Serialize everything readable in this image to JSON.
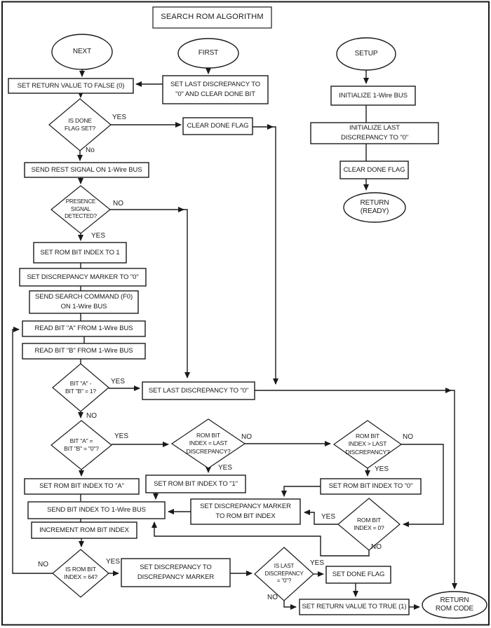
{
  "title": "SEARCH ROM ALGORITHM",
  "colors": {
    "line": "#1a1a1a",
    "background": "#ffffff",
    "text": "#1a1a1a"
  },
  "nodes": {
    "next": {
      "type": "terminal",
      "text": "NEXT"
    },
    "first": {
      "type": "terminal",
      "text": "FIRST"
    },
    "setup": {
      "type": "terminal",
      "text": "SETUP"
    },
    "return_ready": {
      "type": "terminal",
      "text": "RETURN\n(READY)"
    },
    "return_rom_code": {
      "type": "terminal",
      "text": "RETURN\nROM CODE"
    },
    "set_return_false": {
      "type": "process",
      "text": "SET RETURN VALUE TO FALSE (0)"
    },
    "set_last_disc_clear_done": {
      "type": "process",
      "text": "SET LAST DISCREPANCY TO\n\"0\" AND CLEAR DONE BIT"
    },
    "clear_done_flag_left": {
      "type": "process",
      "text": "CLEAR DONE FLAG"
    },
    "send_rest_signal": {
      "type": "process",
      "text": "SEND REST SIGNAL ON 1-Wire BUS"
    },
    "set_rom_bit_index_1": {
      "type": "process",
      "text": "SET ROM BIT INDEX TO 1"
    },
    "set_disc_marker_0": {
      "type": "process",
      "text": "SET DISCREPANCY MARKER TO \"0\""
    },
    "send_search_command": {
      "type": "process",
      "text": "SEND SEARCH COMMAND (F0)\nON 1-Wire BUS"
    },
    "read_bit_a": {
      "type": "process",
      "text": "READ BIT \"A\" FROM 1-Wire BUS"
    },
    "read_bit_b": {
      "type": "process",
      "text": "READ BIT \"B\" FROM 1-Wire BUS"
    },
    "set_last_disc_0": {
      "type": "process",
      "text": "SET LAST DISCREPANCY TO \"0\""
    },
    "set_rom_bit_index_a": {
      "type": "process",
      "text": "SET ROM BIT INDEX TO \"A\""
    },
    "send_bit_index": {
      "type": "process",
      "text": "SEND BIT INDEX TO 1-Wire BUS"
    },
    "increment_rom_bit_index": {
      "type": "process",
      "text": "INCREMENT ROM BIT INDEX"
    },
    "set_rom_bit_index_q1": {
      "type": "process",
      "text": "SET ROM BIT INDEX TO \"1\""
    },
    "set_disc_marker_rom_bit": {
      "type": "process",
      "text": "SET DISCREPANCY MARKER\nTO ROM BIT INDEX"
    },
    "set_rom_bit_index_q0": {
      "type": "process",
      "text": "SET ROM BIT INDEX TO \"0\""
    },
    "set_disc_to_marker": {
      "type": "process",
      "text": "SET DISCREPANCY TO\nDISCREPANCY MARKER"
    },
    "set_done_flag": {
      "type": "process",
      "text": "SET DONE FLAG"
    },
    "set_return_true": {
      "type": "process",
      "text": "SET RETURN VALUE TO TRUE (1)"
    },
    "initialize_bus": {
      "type": "process",
      "text": "INITIALIZE 1-Wire BUS"
    },
    "initialize_last_disc": {
      "type": "process",
      "text": "INITIALIZE LAST\nDISCREPANCY TO \"0\""
    },
    "clear_done_flag_right": {
      "type": "process",
      "text": "CLEAR DONE FLAG"
    },
    "is_done_flag_set": {
      "type": "decision",
      "text": "IS DONE\nFLAG SET?"
    },
    "presence_detected": {
      "type": "decision",
      "text": "PRESENCE\nSIGNAL\nDETECTED?"
    },
    "bit_a_minus_bit_b_1": {
      "type": "decision",
      "text": "BIT \"A\" -\nBIT \"B\" = 1?"
    },
    "bit_a_eq_bit_b_0": {
      "type": "decision",
      "text": "BIT \"A\" =\nBIT \"B\" = \"0\"?"
    },
    "rom_bit_eq_last_disc": {
      "type": "decision",
      "text": "ROM BIT\nINDEX = LAST\nDISCREPANCY?"
    },
    "rom_bit_gt_last_disc": {
      "type": "decision",
      "text": "ROM BIT\nINDEX > LAST\nDISCREPANCY?"
    },
    "rom_bit_eq_0": {
      "type": "decision",
      "text": "ROM BIT\nINDEX = 0?"
    },
    "is_rom_bit_64": {
      "type": "decision",
      "text": "IS ROM BIT\nINDEX = 64?"
    },
    "is_last_disc_0": {
      "type": "decision",
      "text": "IS LAST\nDISCREPANCY\n= \"0\"?"
    }
  },
  "labels": {
    "d1_yes": "YES",
    "d1_no": "No",
    "d2_no": "NO",
    "d2_yes": "YES",
    "d3_yes": "YES",
    "d3_no": "NO",
    "d4_yes": "YES",
    "d5_no": "NO",
    "d5_yes": "YES",
    "d6_no": "NO",
    "d6_yes": "YES",
    "d7_yes": "YES",
    "d7_no": "NO",
    "d8_no": "NO",
    "d8_yes": "YES",
    "d9_yes": "YES",
    "d9_no": "NO"
  }
}
